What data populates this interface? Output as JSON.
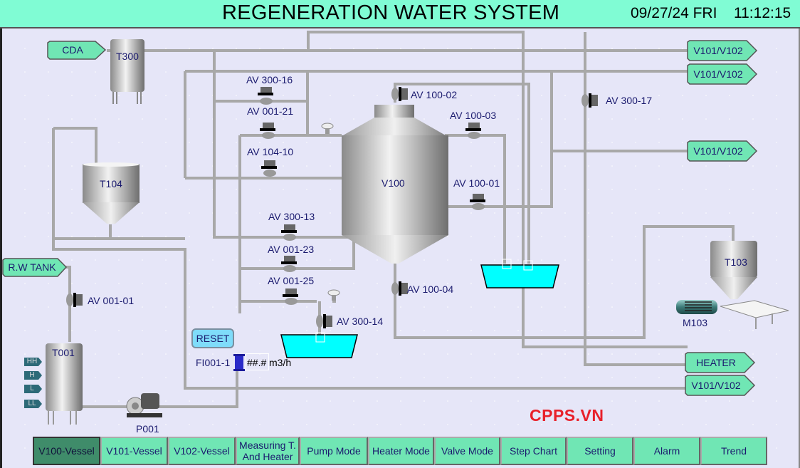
{
  "header": {
    "title": "REGENERATION WATER SYSTEM",
    "date": "09/27/24 FRI",
    "time": "11:12:15"
  },
  "colors": {
    "header_bg": "#80fcd4",
    "canvas_bg": "#e6e6f8",
    "tag_fill": "#70e6b4",
    "nav_active": "#3f8c6a",
    "basin_fill": "#00ffff",
    "brand_red": "#e8202a",
    "label_text": "#1a1a6e"
  },
  "tags": {
    "cda": "CDA",
    "rw_tank": "R.W TANK",
    "out1": "V101/V102",
    "out2": "V101/V102",
    "out3": "V101/V102",
    "heater": "HEATER",
    "out4": "V101/V102"
  },
  "equipment": {
    "t300": "T300",
    "t104": "T104",
    "v100": "V100",
    "t103": "T103",
    "t001": "T001",
    "p001": "P001",
    "m103": "M103"
  },
  "valves": {
    "av30016": "AV 300-16",
    "av00121": "AV 001-21",
    "av10410": "AV 104-10",
    "av30013": "AV 300-13",
    "av00123": "AV 001-23",
    "av00125": "AV 001-25",
    "av30014": "AV 300-14",
    "av10002": "AV 100-02",
    "av10003": "AV 100-03",
    "av10001": "AV 100-01",
    "av10004": "AV 100-04",
    "av30017": "AV 300-17",
    "av00101": "AV 001-01"
  },
  "level_switches": [
    "HH",
    "H",
    "L",
    "LL"
  ],
  "flow": {
    "label": "FI001-1",
    "value": "##.#",
    "unit": "m3/h"
  },
  "reset_label": "RESET",
  "brand": "CPPS.VN",
  "nav": [
    {
      "label": "V100-Vessel",
      "active": true
    },
    {
      "label": "V101-Vessel",
      "active": false
    },
    {
      "label": "V102-Vessel",
      "active": false
    },
    {
      "label": "Measuring T. And Heater",
      "active": false
    },
    {
      "label": "Pump Mode",
      "active": false
    },
    {
      "label": "Heater Mode",
      "active": false
    },
    {
      "label": "Valve Mode",
      "active": false
    },
    {
      "label": "Step Chart",
      "active": false
    },
    {
      "label": "Setting",
      "active": false
    },
    {
      "label": "Alarm",
      "active": false
    },
    {
      "label": "Trend",
      "active": false
    }
  ]
}
